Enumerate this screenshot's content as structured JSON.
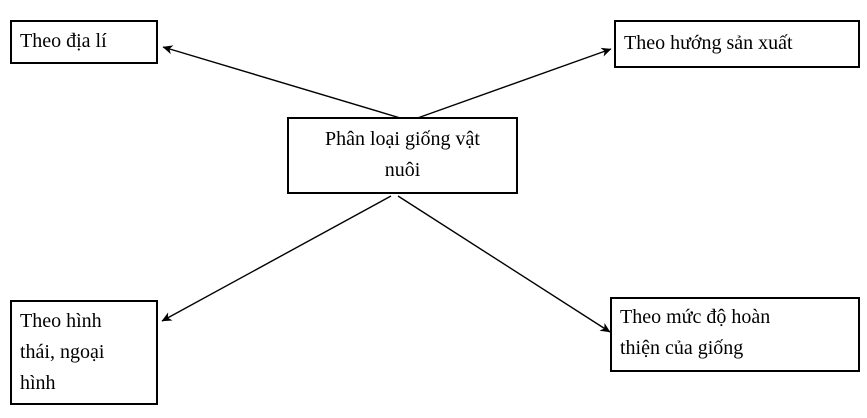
{
  "diagram": {
    "title": "Phân loại giống vật nuôi",
    "center_node": {
      "label": "Phân loại giống vật nuôi",
      "lines": [
        "Phân loại giống vật",
        "nuôi"
      ]
    },
    "nodes": {
      "top_left": {
        "label": "Theo địa lí",
        "lines": [
          "Theo địa lí"
        ]
      },
      "top_right": {
        "label": "Theo hướng sản xuất",
        "lines": [
          "Theo hướng sản xuất"
        ]
      },
      "bottom_left": {
        "label": "Theo hình thái, ngoại hình",
        "lines": [
          "Theo hình",
          "thái, ngoại",
          "hình"
        ]
      },
      "bottom_right": {
        "label": "Theo mức độ hoàn thiện của giống",
        "lines": [
          "Theo mức độ hoàn",
          "thiện của giống"
        ]
      }
    },
    "edges": [
      {
        "from": "center",
        "to": "top_left"
      },
      {
        "from": "center",
        "to": "top_right"
      },
      {
        "from": "center",
        "to": "bottom_left"
      },
      {
        "from": "center",
        "to": "bottom_right"
      }
    ],
    "colors": {
      "background": "#ffffff",
      "box_border": "#000000",
      "text": "#000000",
      "arrow": "#000000"
    }
  }
}
